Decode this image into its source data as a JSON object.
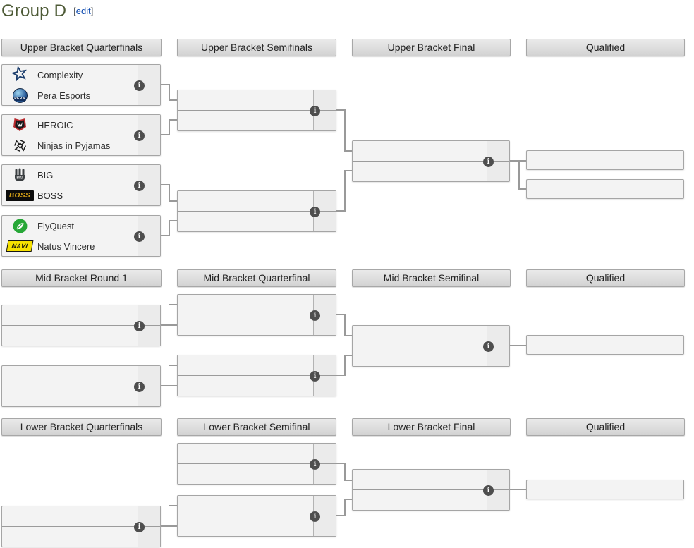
{
  "page": {
    "title": "Group D",
    "edit_label": "edit"
  },
  "bracket": {
    "upper": {
      "headers": [
        "Upper Bracket Quarterfinals",
        "Upper Bracket Semifinals",
        "Upper Bracket Final",
        "Qualified"
      ]
    },
    "mid": {
      "headers": [
        "Mid Bracket Round 1",
        "Mid Bracket Quarterfinal",
        "Mid Bracket Semifinal",
        "Qualified"
      ]
    },
    "lower": {
      "headers": [
        "Lower Bracket Quarterfinals",
        "Lower Bracket Semifinal",
        "Lower Bracket Final",
        "Qualified"
      ]
    }
  },
  "teams": {
    "complexity": {
      "name": "Complexity"
    },
    "pera": {
      "name": "Pera Esports",
      "logo_text": "PERA"
    },
    "heroic": {
      "name": "HEROIC"
    },
    "nip": {
      "name": "Ninjas in Pyjamas"
    },
    "big": {
      "name": "BIG"
    },
    "boss": {
      "name": "BOSS",
      "logo_text": "BOSS"
    },
    "flyquest": {
      "name": "FlyQuest"
    },
    "navi": {
      "name": "Natus Vincere",
      "logo_text": "NAVI"
    }
  },
  "icons": {
    "info": "i"
  },
  "scores": {
    "empty": ""
  },
  "colors": {
    "title": "#4d5a36",
    "edit_link": "#0645ad",
    "connector": "#999999",
    "box_border": "#a5a5a5",
    "box_bg": "#f3f3f3",
    "header_bg": "#d9d9d9"
  }
}
